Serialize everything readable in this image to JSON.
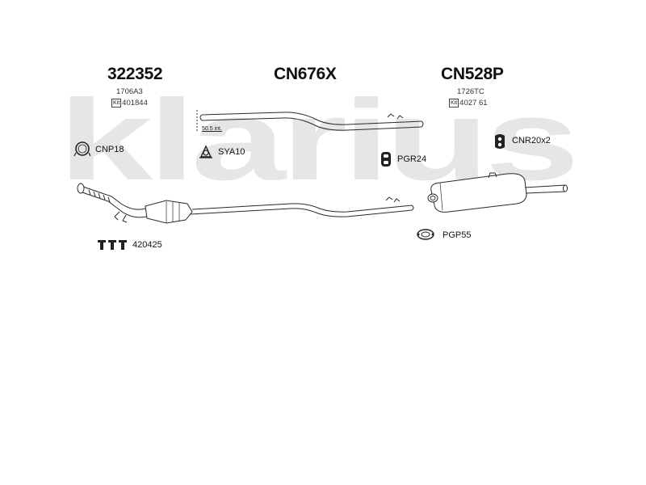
{
  "watermark": {
    "text": "klarius",
    "color": "#e6e6e6"
  },
  "parts": {
    "left": {
      "code": "322352",
      "ref": "1706A3",
      "kit_label": "Kit",
      "kit_number": "401844"
    },
    "middle": {
      "code": "CN676X"
    },
    "right": {
      "code": "CN528P",
      "ref": "1726TC",
      "kit_label": "Kit",
      "kit_number": "4027 61"
    }
  },
  "pipe_note": "50.5 int.",
  "fittings": {
    "cnp18": "CNP18",
    "sya10": "SYA10",
    "pgr24": "PGR24",
    "cnr20": "CNR20x2",
    "pgp55": "PGP55",
    "f420425": "420425"
  },
  "line_color": "#2a2a2a"
}
